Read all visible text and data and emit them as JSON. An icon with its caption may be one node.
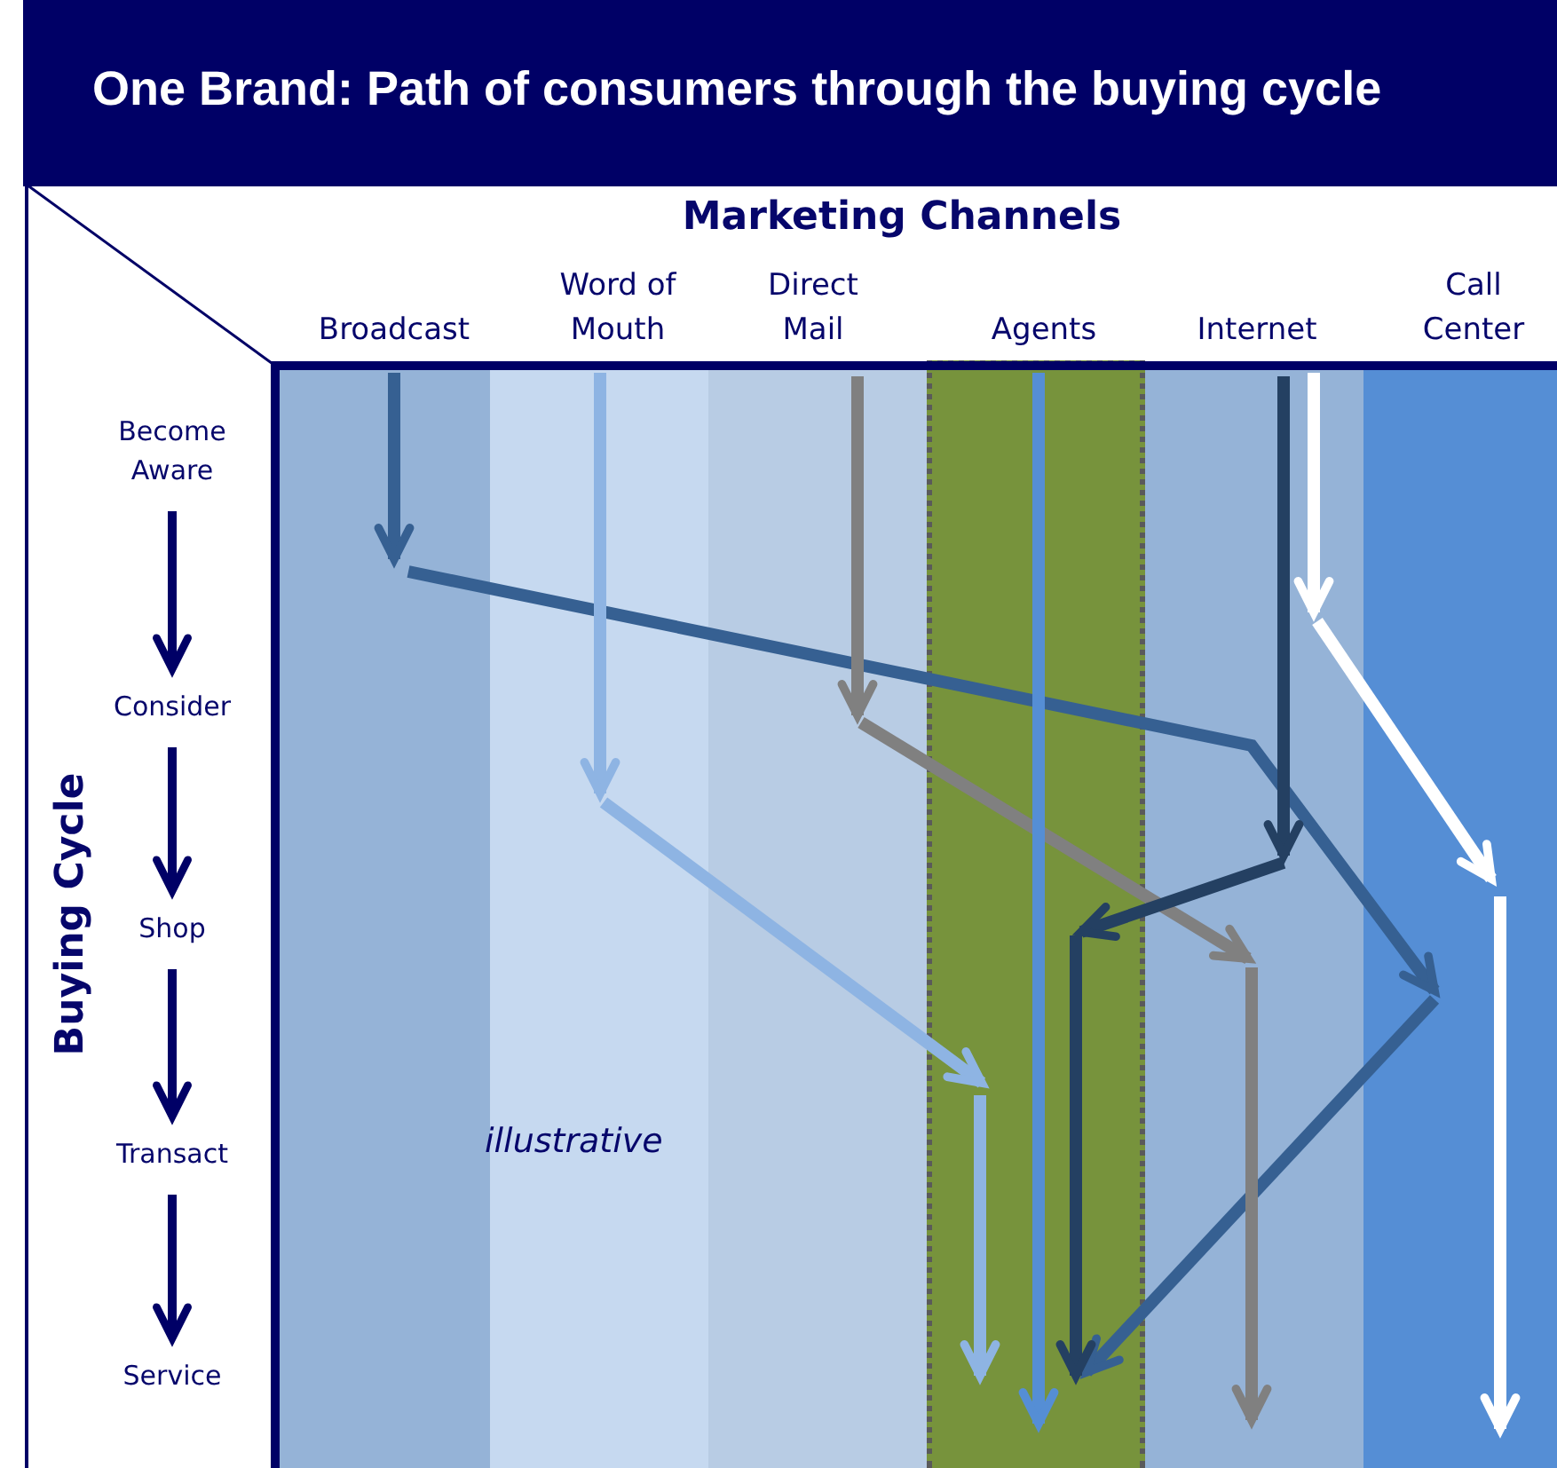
{
  "diagram": {
    "title": "One Brand: Path of consumers through the buying cycle",
    "nodes": [
      {
        "text": [
          "Become Aware"
        ]
      },
      {
        "text": [
          "Consider"
        ]
      },
      {
        "text": [
          "Shop"
        ]
      },
      {
        "text": [
          "Transact"
        ]
      },
      {
        "text": [
          "Service"
        ]
      }
    ],
    "edges": [
      {
        "from": 0,
        "to": 1,
        "arrow": "to"
      },
      {
        "from": 1,
        "to": 2,
        "arrow": "to"
      },
      {
        "from": 2,
        "to": 3,
        "arrow": "to"
      },
      {
        "from": 3,
        "to": 4,
        "arrow": "to"
      }
    ],
    "labels": [
      "Marketing Channels",
      "Broadcast",
      "Word of Mouth",
      "Direct Mail",
      "Agents",
      "Internet",
      "Call Center",
      "Buying Cycle",
      "illustrative"
    ]
  }
}
